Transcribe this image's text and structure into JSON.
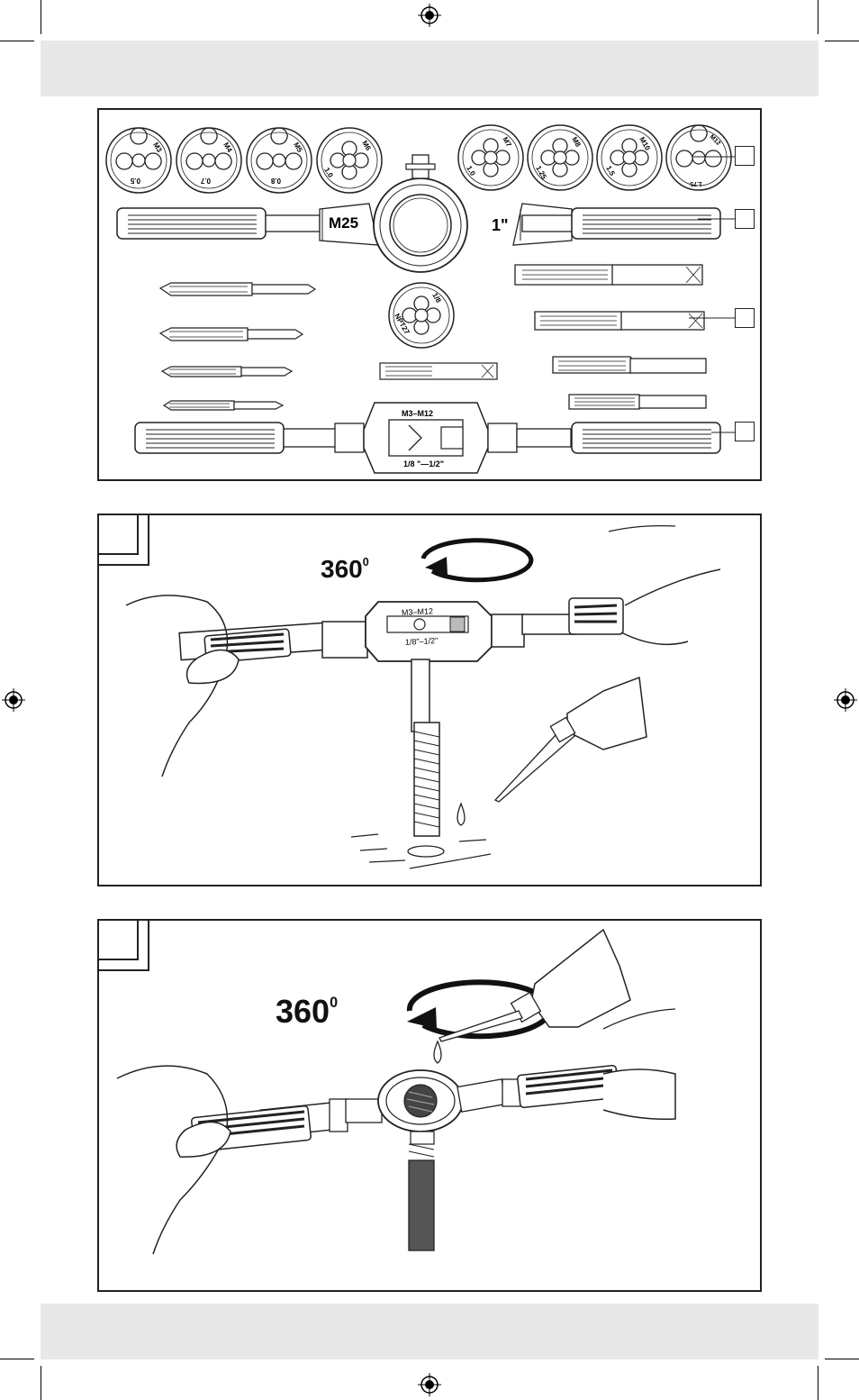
{
  "panel1": {
    "dies_left": [
      {
        "size": "M3",
        "pitch": "0.5"
      },
      {
        "size": "M4",
        "pitch": "0.7"
      },
      {
        "size": "M5",
        "pitch": "0.8"
      },
      {
        "size": "M6",
        "pitch": "1.0"
      }
    ],
    "dies_right": [
      {
        "size": "M7",
        "pitch": "1.0"
      },
      {
        "size": "M8",
        "pitch": "1.25"
      },
      {
        "size": "M10",
        "pitch": "1.5"
      },
      {
        "size": "M12",
        "pitch": "1.75"
      }
    ],
    "die_stock_left_label": "M25",
    "die_stock_right_label": "1\"",
    "center_die_top": "1/8",
    "center_die_bottom": "NPT27",
    "tap_wrench_top_label": "M3–M12",
    "tap_wrench_bottom_label": "1/8 \"—1/2\""
  },
  "panel2": {
    "rotation_value": "360",
    "rotation_unit": "0",
    "wrench_top_label": "M3–M12",
    "wrench_bottom_label": "1/8\"–1/2\""
  },
  "panel3": {
    "rotation_value": "360",
    "rotation_unit": "0"
  }
}
